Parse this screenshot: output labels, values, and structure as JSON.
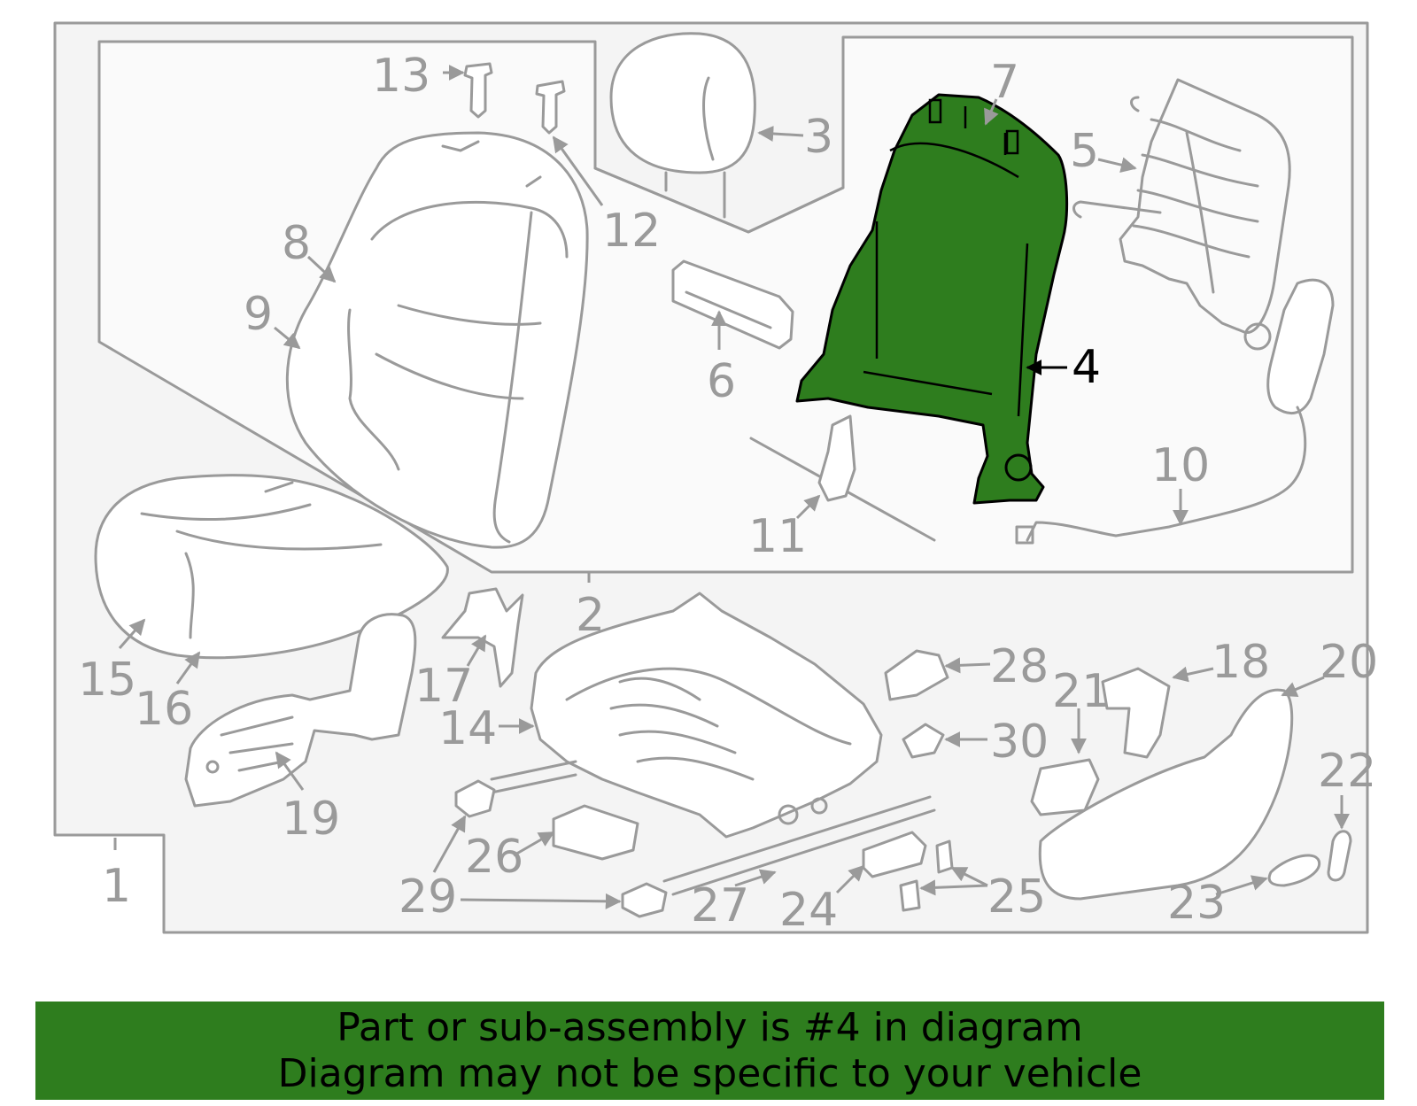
{
  "diagram": {
    "highlight_color": "#2e7d1e",
    "line_color": "#9a9a9a",
    "highlighted_part": "4",
    "part_numbers": [
      "1",
      "2",
      "3",
      "4",
      "5",
      "6",
      "7",
      "8",
      "9",
      "10",
      "11",
      "12",
      "13",
      "14",
      "15",
      "16",
      "17",
      "18",
      "19",
      "20",
      "21",
      "22",
      "23",
      "24",
      "25",
      "26",
      "27",
      "28",
      "29",
      "30"
    ]
  },
  "banner": {
    "line1": "Part or sub-assembly is #4 in diagram",
    "line2": "Diagram may not be specific to your vehicle"
  }
}
